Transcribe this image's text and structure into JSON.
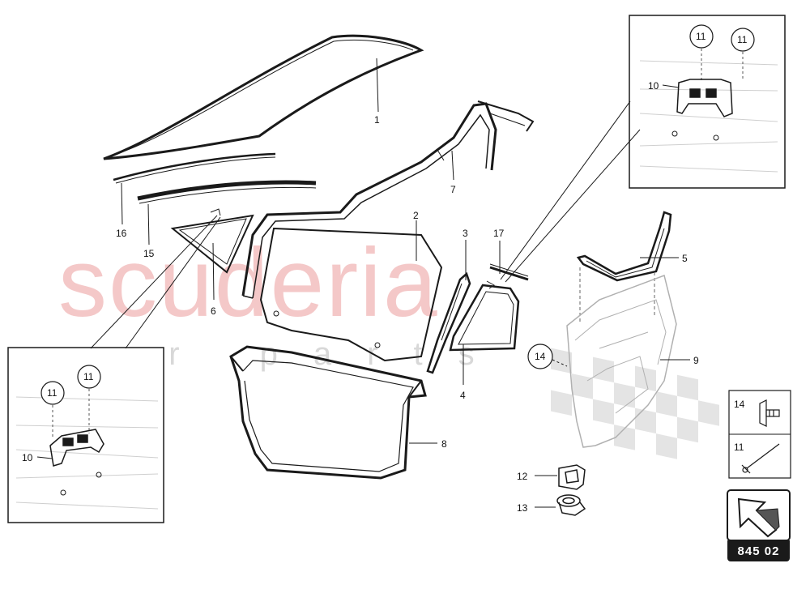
{
  "watermark": {
    "brand": "scuderia",
    "sub": "car parts"
  },
  "callouts": {
    "p1": "1",
    "p2": "2",
    "p3": "3",
    "p4": "4",
    "p5": "5",
    "p6": "6",
    "p7": "7",
    "p8": "8",
    "p9": "9",
    "p14": "14",
    "p15": "15",
    "p16": "16",
    "p17": "17",
    "p12": "12",
    "p13": "13"
  },
  "detail_right": {
    "clip_a": "11",
    "clip_b": "11",
    "bracket": "10"
  },
  "detail_left": {
    "clip_a": "11",
    "clip_b": "11",
    "bracket": "10"
  },
  "legend": {
    "bolt": "14",
    "rod": "11"
  },
  "page_code": "845 02",
  "colors": {
    "line": "#1a1a1a",
    "watermark_red": "#f4c8c8",
    "watermark_gray": "#d8d8d8",
    "flag": "#e2e2e2"
  }
}
